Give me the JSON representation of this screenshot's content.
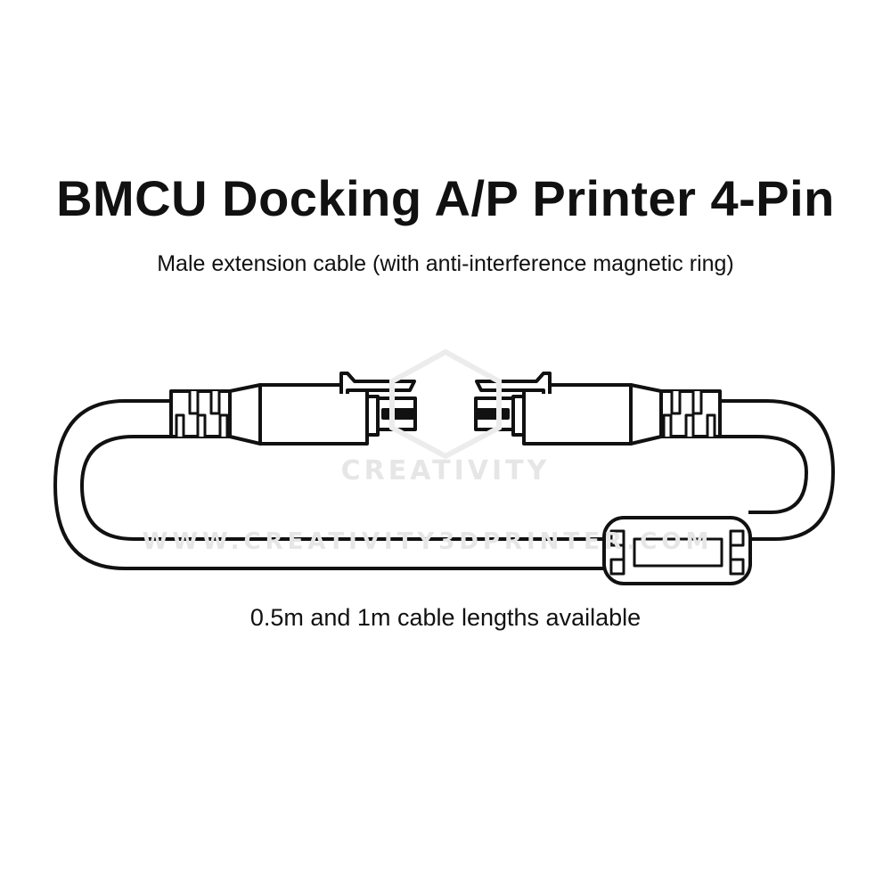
{
  "title": "BMCU Docking A/P Printer 4-Pin",
  "subtitle": "Male extension cable (with anti-interference magnetic ring)",
  "caption": "0.5m and 1m cable lengths available",
  "watermark": {
    "brand": "CREATIVITY",
    "url": "WWW.CREATIVITY3DPRINTER.COM"
  },
  "colors": {
    "line": "#111111",
    "background": "#ffffff",
    "watermark": "#e6e6e6"
  }
}
